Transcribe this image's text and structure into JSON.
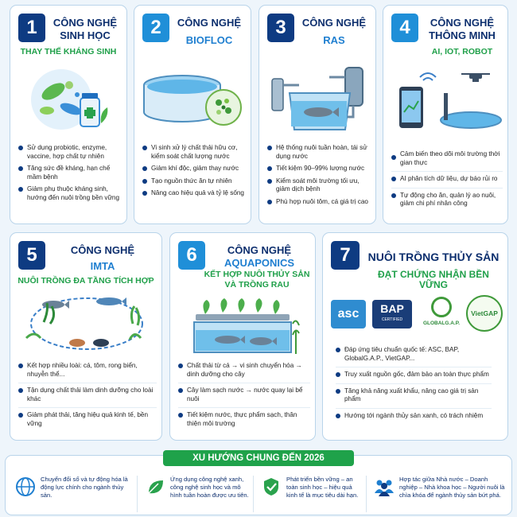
{
  "cards": [
    {
      "number": "1",
      "title_line1": "CÔNG NGHỆ",
      "title_line2": "SINH HỌC",
      "subtitle": "THAY THẾ KHÁNG SINH",
      "bullets": [
        "Sử dụng probiotic, enzyme, vaccine, hợp chất tự nhiên",
        "Tăng sức đề kháng, hạn chế mầm bệnh",
        "Giảm phụ thuộc kháng sinh, hướng đến nuôi trồng bền vững"
      ]
    },
    {
      "number": "2",
      "title_line1": "CÔNG NGHỆ",
      "title_line2": "BIOFLOC",
      "bullets": [
        "Vi sinh xử lý chất thải hữu cơ, kiểm soát chất lượng nước",
        "Giảm khí độc, giảm thay nước",
        "Tạo nguồn thức ăn tự nhiên",
        "Nâng cao hiệu quả và tỷ lệ sống"
      ]
    },
    {
      "number": "3",
      "title_line1": "CÔNG NGHỆ",
      "title_line2": "RAS",
      "bullets": [
        "Hệ thống nuôi tuần hoàn, tái sử dụng nước",
        "Tiết kiệm 90–99% lượng nước",
        "Kiểm soát môi trường tối ưu, giảm dịch bệnh",
        "Phù hợp nuôi tôm, cá giá trị cao"
      ]
    },
    {
      "number": "4",
      "title_line1": "CÔNG NGHỆ",
      "title_line2": "THÔNG MINH",
      "subtitle": "AI, IOT, ROBOT",
      "bullets": [
        "Cảm biến theo dõi môi trường thời gian thực",
        "AI phân tích dữ liệu, dự báo rủi ro",
        "Tự động cho ăn, quản lý ao nuôi, giảm chi phí nhân công"
      ]
    },
    {
      "number": "5",
      "title_line1": "CÔNG NGHỆ",
      "title_line2": "IMTA",
      "subtitle": "NUÔI TRỒNG ĐA TẦNG TÍCH HỢP",
      "bullets": [
        "Kết hợp nhiều loài: cá, tôm, rong biển, nhuyễn thể...",
        "Tận dụng chất thải làm dinh dưỡng cho loài khác",
        "Giảm phát thải, tăng hiệu quả kinh tế, bền vững"
      ]
    },
    {
      "number": "6",
      "title_line1": "CÔNG NGHỆ",
      "title_line2": "AQUAPONICS",
      "subtitle_line1": "KẾT HỢP NUÔI THỦY SẢN",
      "subtitle_line2": "VÀ TRỒNG RAU",
      "bullets": [
        "Chất thải từ cá → vi sinh chuyển hóa → dinh dưỡng cho cây",
        "Cây làm sạch nước → nước quay lại bể nuôi",
        "Tiết kiệm nước, thực phẩm sạch, thân thiện môi trường"
      ]
    },
    {
      "number": "7",
      "title": "NUÔI TRỒNG THỦY SẢN",
      "subtitle": "ĐẠT CHỨNG NHẬN BỀN VỮNG",
      "logos": {
        "asc": "asc",
        "bap": "BAP",
        "bap_sub": "CERTIFIED",
        "globalgap": "GLOBALG.A.P.",
        "vietgap": "VietGAP"
      },
      "bullets": [
        "Đáp ứng tiêu chuẩn quốc tế: ASC, BAP, GlobalG.A.P., VietGAP...",
        "Truy xuất nguồn gốc, đảm bảo an toàn thực phẩm",
        "Tăng khả năng xuất khẩu, nâng cao giá trị sản phẩm",
        "Hướng tới ngành thủy sản xanh, có trách nhiệm"
      ]
    }
  ],
  "trends": {
    "banner": "XU HƯỚNG CHUNG ĐẾN 2026",
    "items": [
      {
        "icon": "globe-icon",
        "text": "Chuyển đổi số và tự động hóa là động lực chính cho ngành thủy sản."
      },
      {
        "icon": "leaf-icon",
        "text": "Ứng dụng công nghệ xanh, công nghệ sinh học và mô hình tuần hoàn được ưu tiên."
      },
      {
        "icon": "shield-check-icon",
        "text": "Phát triển bền vững – an toàn sinh học – hiệu quả kinh tế là mục tiêu dài hạn."
      },
      {
        "icon": "people-icon",
        "text": "Hợp tác giữa Nhà nước – Doanh nghiệp – Nhà khoa học – Người nuôi là chìa khóa để ngành thủy sản bứt phá."
      }
    ]
  },
  "colors": {
    "navy": "#0e3b82",
    "blue": "#1f8fd8",
    "green": "#1fa24a",
    "border": "#b9d4ea"
  }
}
